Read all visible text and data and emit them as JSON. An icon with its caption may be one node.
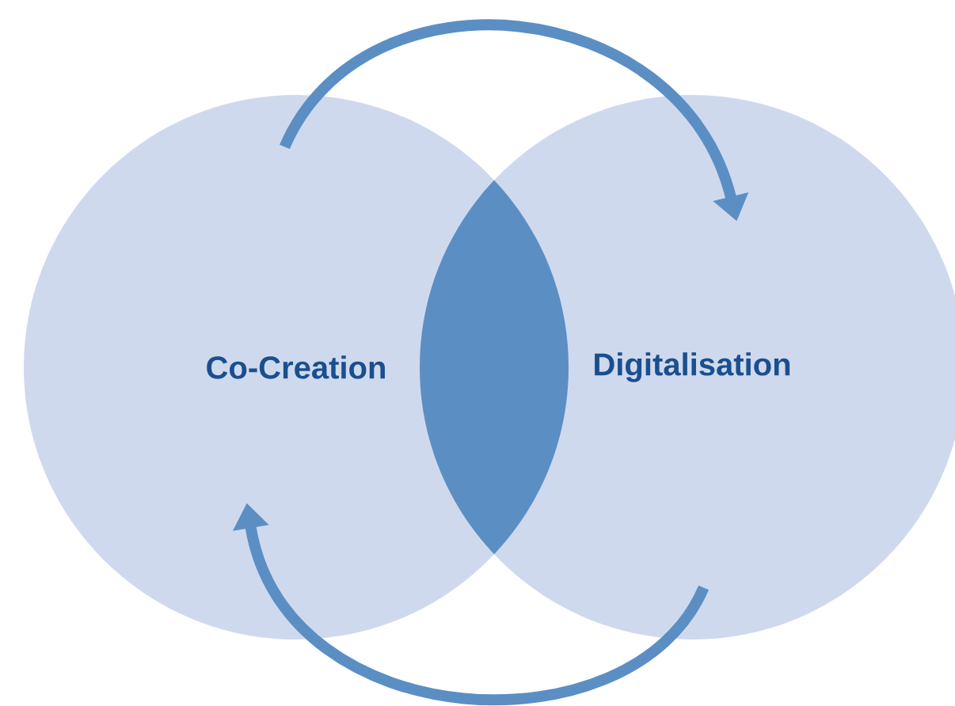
{
  "diagram": {
    "nodes": [
      {
        "text": [
          "Co-Creation"
        ]
      },
      {
        "text": [
          "Digitalisation"
        ]
      }
    ],
    "edges": [
      {
        "from": 0,
        "to": 1,
        "arrow": "to"
      },
      {
        "from": 1,
        "to": 0,
        "arrow": "to"
      }
    ]
  }
}
